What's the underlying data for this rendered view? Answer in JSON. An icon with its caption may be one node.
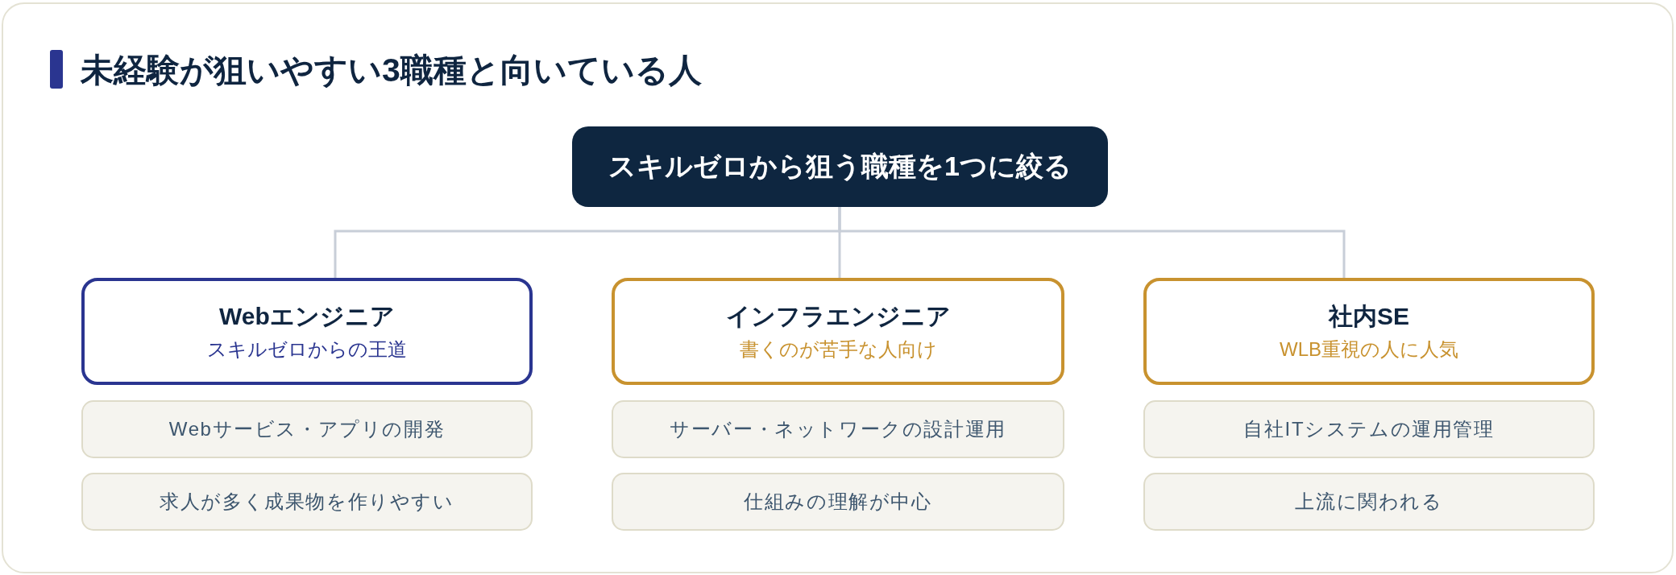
{
  "diagram": {
    "title": "未経験が狙いやすい3職種と向いている人",
    "nodes": [
      {
        "text": [
          "スキルゼロから狙う職種を1つに絞る"
        ]
      },
      {
        "text": [
          "Webエンジニア",
          "スキルゼロからの王道"
        ]
      },
      {
        "text": [
          "Webサービス・アプリの開発"
        ]
      },
      {
        "text": [
          "求人が多く成果物を作りやすい"
        ]
      },
      {
        "text": [
          "インフラエンジニア",
          "書くのが苦手な人向け"
        ]
      },
      {
        "text": [
          "サーバー・ネットワークの設計運用"
        ]
      },
      {
        "text": [
          "仕組みの理解が中心"
        ]
      },
      {
        "text": [
          "社内SE",
          "WLB重視の人に人気"
        ]
      },
      {
        "text": [
          "自社ITシステムの運用管理"
        ]
      },
      {
        "text": [
          "上流に関われる"
        ]
      }
    ],
    "edges": [
      {
        "from": 0,
        "to": 1,
        "arrow": "none"
      },
      {
        "from": 0,
        "to": 4,
        "arrow": "none"
      },
      {
        "from": 0,
        "to": 7,
        "arrow": "none"
      }
    ]
  }
}
